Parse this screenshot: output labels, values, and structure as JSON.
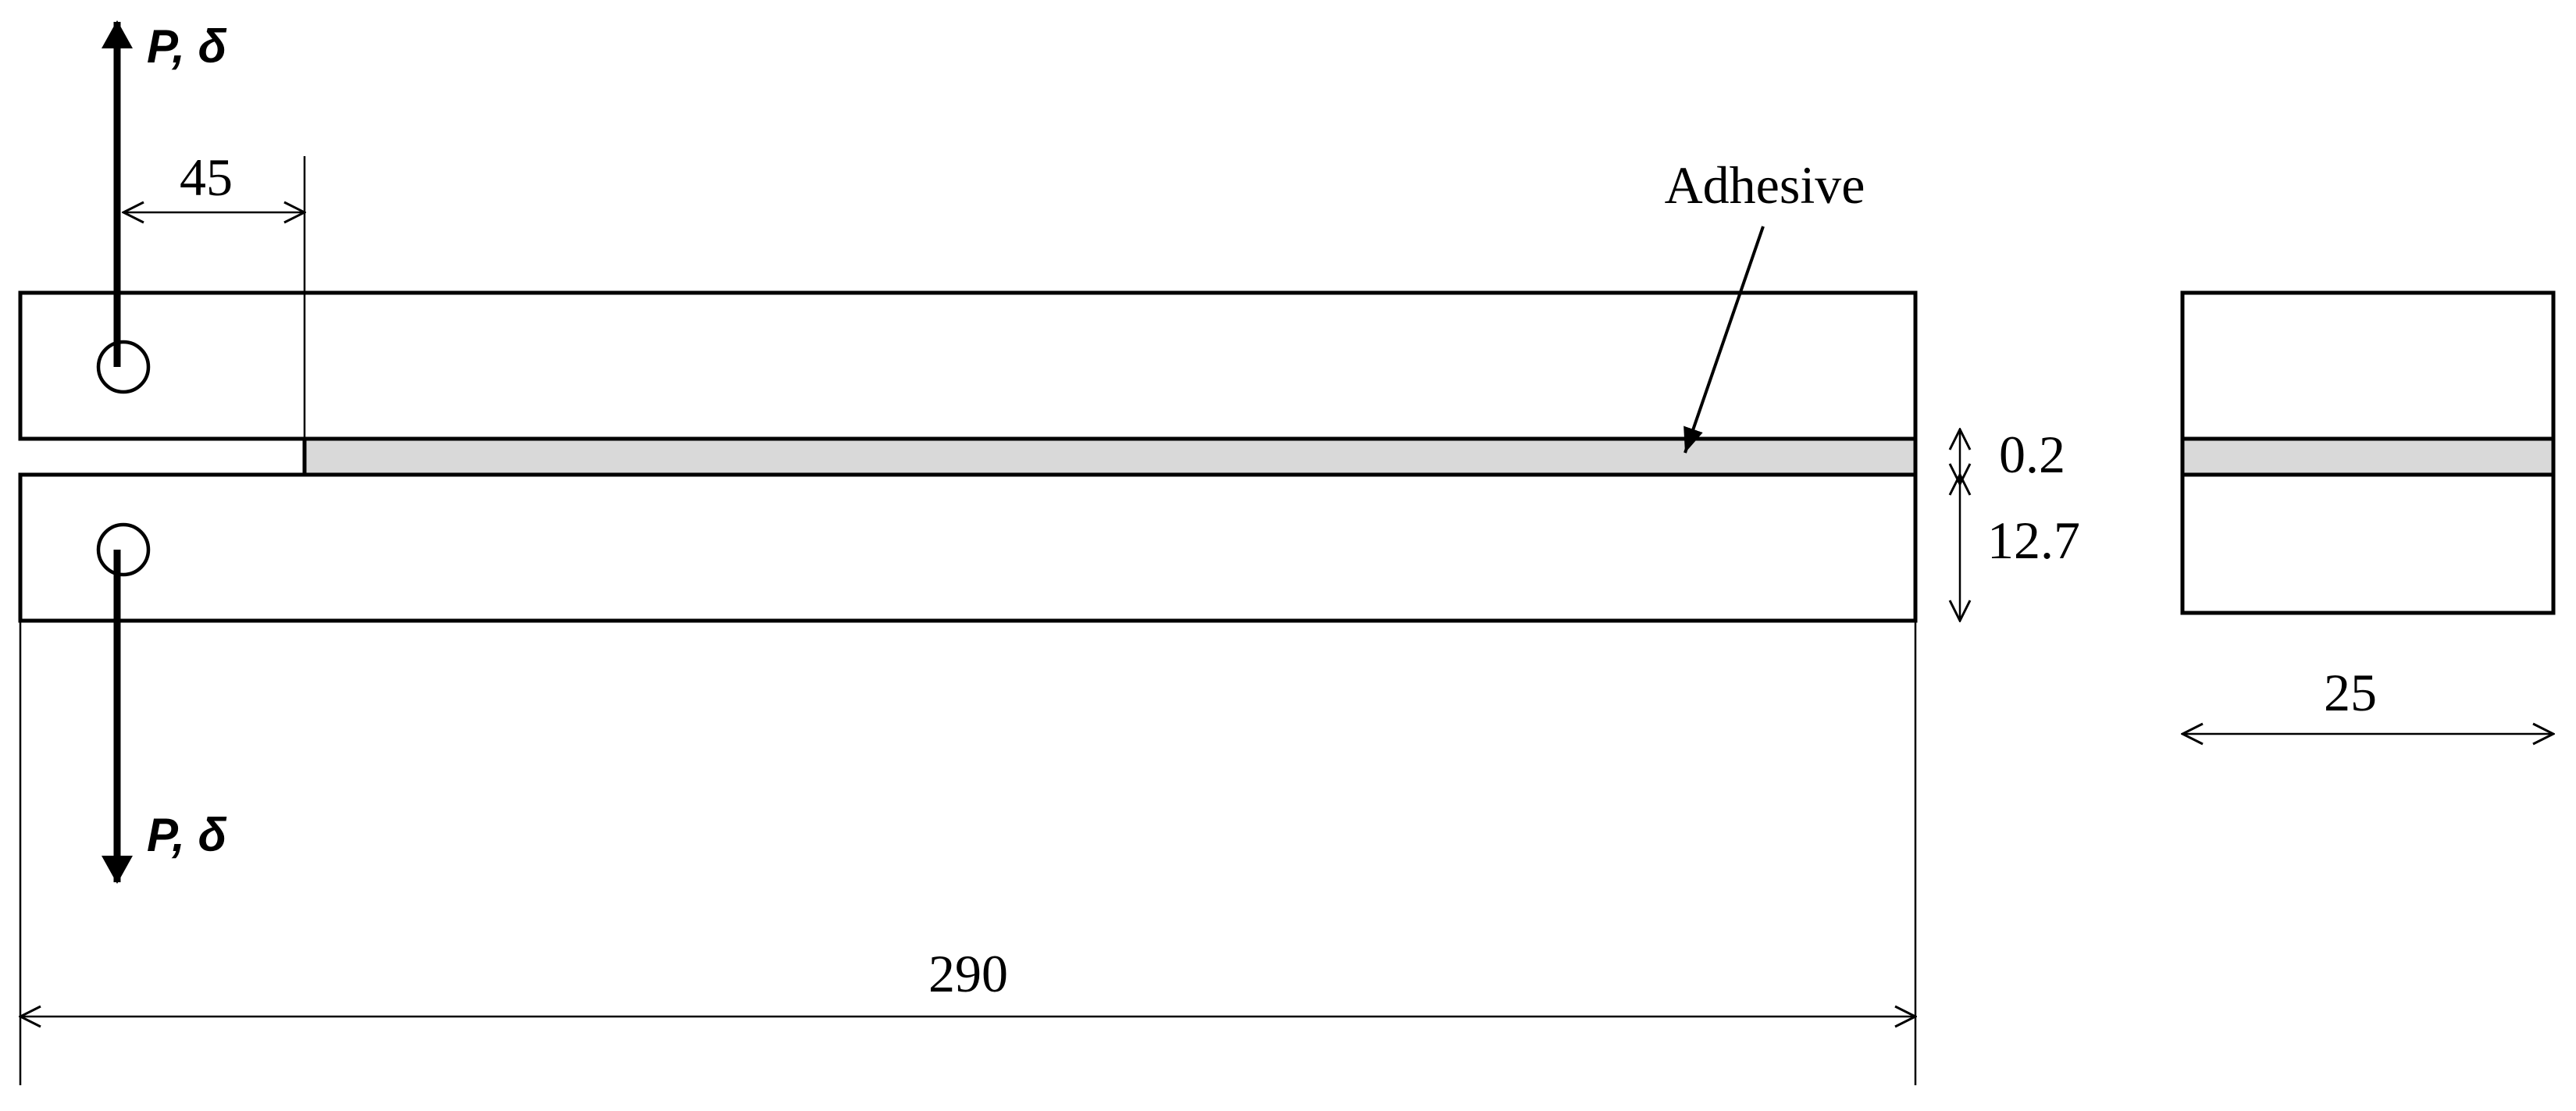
{
  "colors": {
    "adherend_fill": "#ffffff",
    "adhesive_fill": "#d9d9d9",
    "line": "#000000"
  },
  "load": {
    "top_label": "P, δ",
    "bottom_label": "P, δ"
  },
  "callout": {
    "label": "Adhesive"
  },
  "dimensions": {
    "precrack": "45",
    "adhesive_thickness": "0.2",
    "adherend_thickness": "12.7",
    "length": "290",
    "width": "25"
  }
}
